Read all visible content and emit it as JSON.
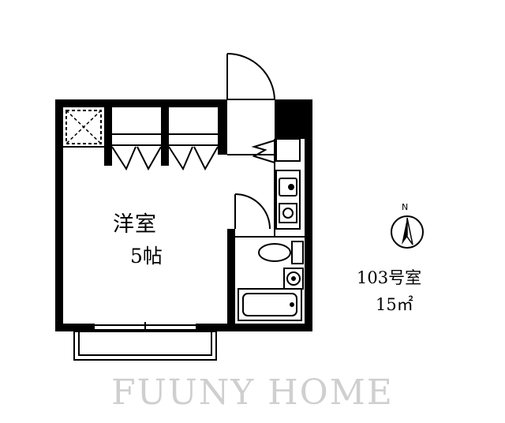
{
  "floorplan": {
    "room_name": "洋室",
    "room_size": "5帖",
    "unit_number": "103号室",
    "unit_area": "15㎡",
    "compass_label": "N",
    "watermark": "FUUNY HOME"
  },
  "colors": {
    "wall": "#000000",
    "line": "#000000",
    "watermark": "#cfcfcf",
    "background": "#ffffff"
  }
}
